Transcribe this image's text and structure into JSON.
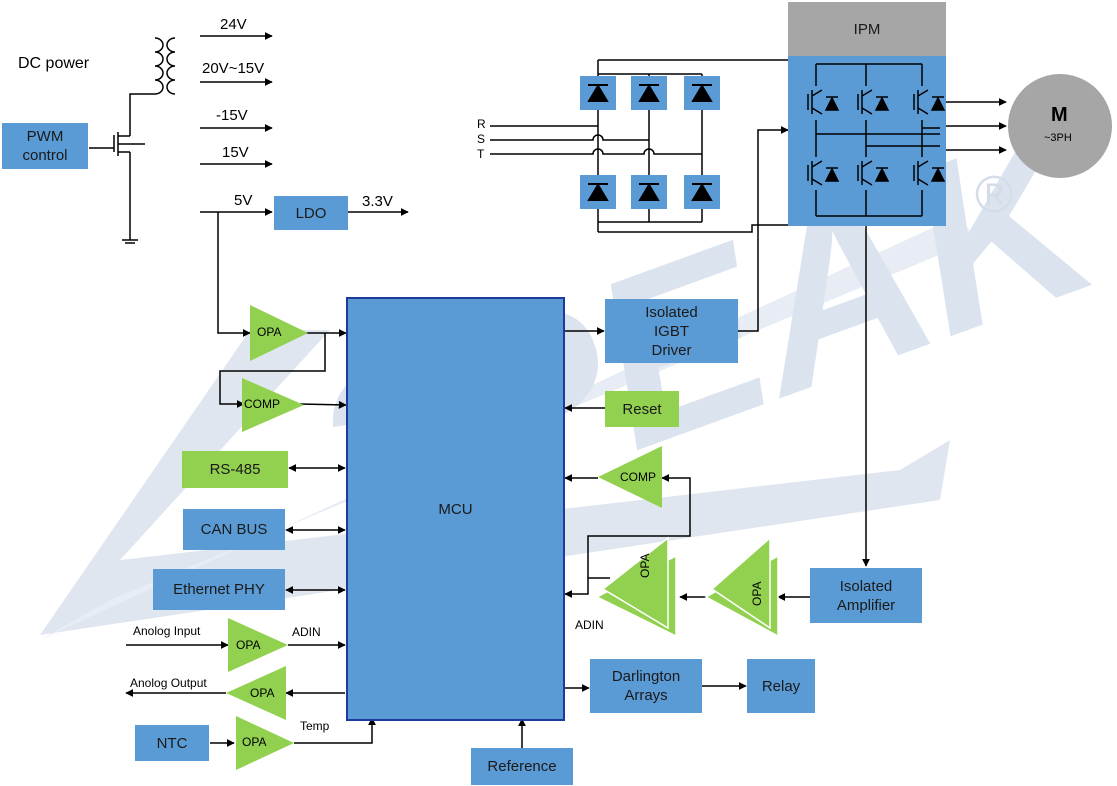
{
  "watermark": {
    "brand": "3PEAK",
    "registered": "®",
    "color": "#dbe3ef"
  },
  "colors": {
    "block": "#5b9bd5",
    "amp": "#92d050",
    "ipm_header": "#a6a6a6",
    "motor": "#a6a6a6",
    "mcu_border": "#1f3a9e",
    "line": "#000000"
  },
  "power": {
    "dc_power": "DC power",
    "pwm_control": "PWM\ncontrol",
    "out_24v": "24V",
    "out_20v15v": "20V~15V",
    "out_neg15v": "-15V",
    "out_15v": "15V",
    "in_5v": "5V",
    "ldo": "LDO",
    "out_3v3": "3.3V"
  },
  "mcu": {
    "label": "MCU"
  },
  "left_blocks": {
    "opa_top": "OPA",
    "comp_top": "COMP",
    "rs485": "RS-485",
    "can_bus": "CAN BUS",
    "ethernet_phy": "Ethernet PHY",
    "analog_input": "Anolog Input",
    "adin_left": "ADIN",
    "opa_in": "OPA",
    "analog_output": "Anolog Output",
    "opa_out": "OPA",
    "ntc": "NTC",
    "opa_ntc": "OPA",
    "temp": "Temp"
  },
  "right_blocks": {
    "igbt_driver": "Isolated\nIGBT\nDriver",
    "reset": "Reset",
    "comp_right": "COMP",
    "opa_right_1": "OPA",
    "opa_right_2": "OPA",
    "adin_right": "ADIN",
    "isolated_amplifier": "Isolated\nAmplifier",
    "darlington": "Darlington\nArrays",
    "relay": "Relay",
    "reference": "Reference"
  },
  "power_stage": {
    "phase_r": "R",
    "phase_s": "S",
    "phase_t": "T",
    "ipm": "IPM",
    "motor_m": "M",
    "motor_3ph": "~3PH"
  }
}
